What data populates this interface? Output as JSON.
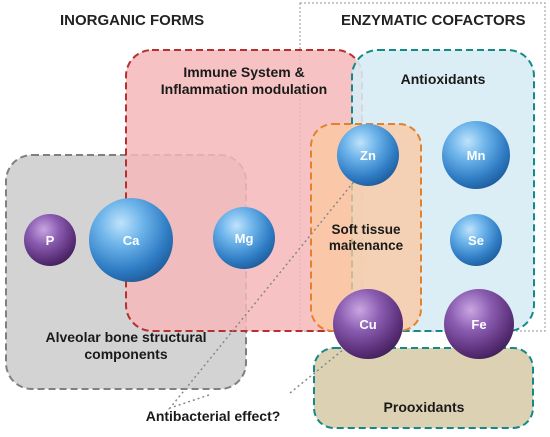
{
  "headers": {
    "inorganic": "INORGANIC FORMS",
    "enzymatic": "ENZYMATIC COFACTORS"
  },
  "groups": {
    "immune": "Immune System & Inflammation modulation",
    "antioxidants": "Antioxidants",
    "soft_tissue": "Soft tissue maitenance",
    "alveolar": "Alveolar bone structural components",
    "prooxidants": "Prooxidants",
    "antibacterial": "Antibacterial effect?"
  },
  "elements": {
    "p": "P",
    "ca": "Ca",
    "mg": "Mg",
    "zn": "Zn",
    "mn": "Mn",
    "se": "Se",
    "cu": "Cu",
    "fe": "Fe"
  },
  "colors": {
    "immune_fill": "#f6b7b8",
    "immune_border": "#b5302f",
    "antiox_fill": "#d7ecf4",
    "antiox_border": "#138a87",
    "soft_fill": "#fbc9a2",
    "soft_border": "#e2822d",
    "alveolar_fill": "#d2d2d2",
    "alveolar_border": "#808080",
    "proox_fill": "#ddd1b4",
    "proox_border": "#138a87",
    "blue_sphere": "#3a86cc",
    "purple_sphere": "#6b3f8a"
  }
}
